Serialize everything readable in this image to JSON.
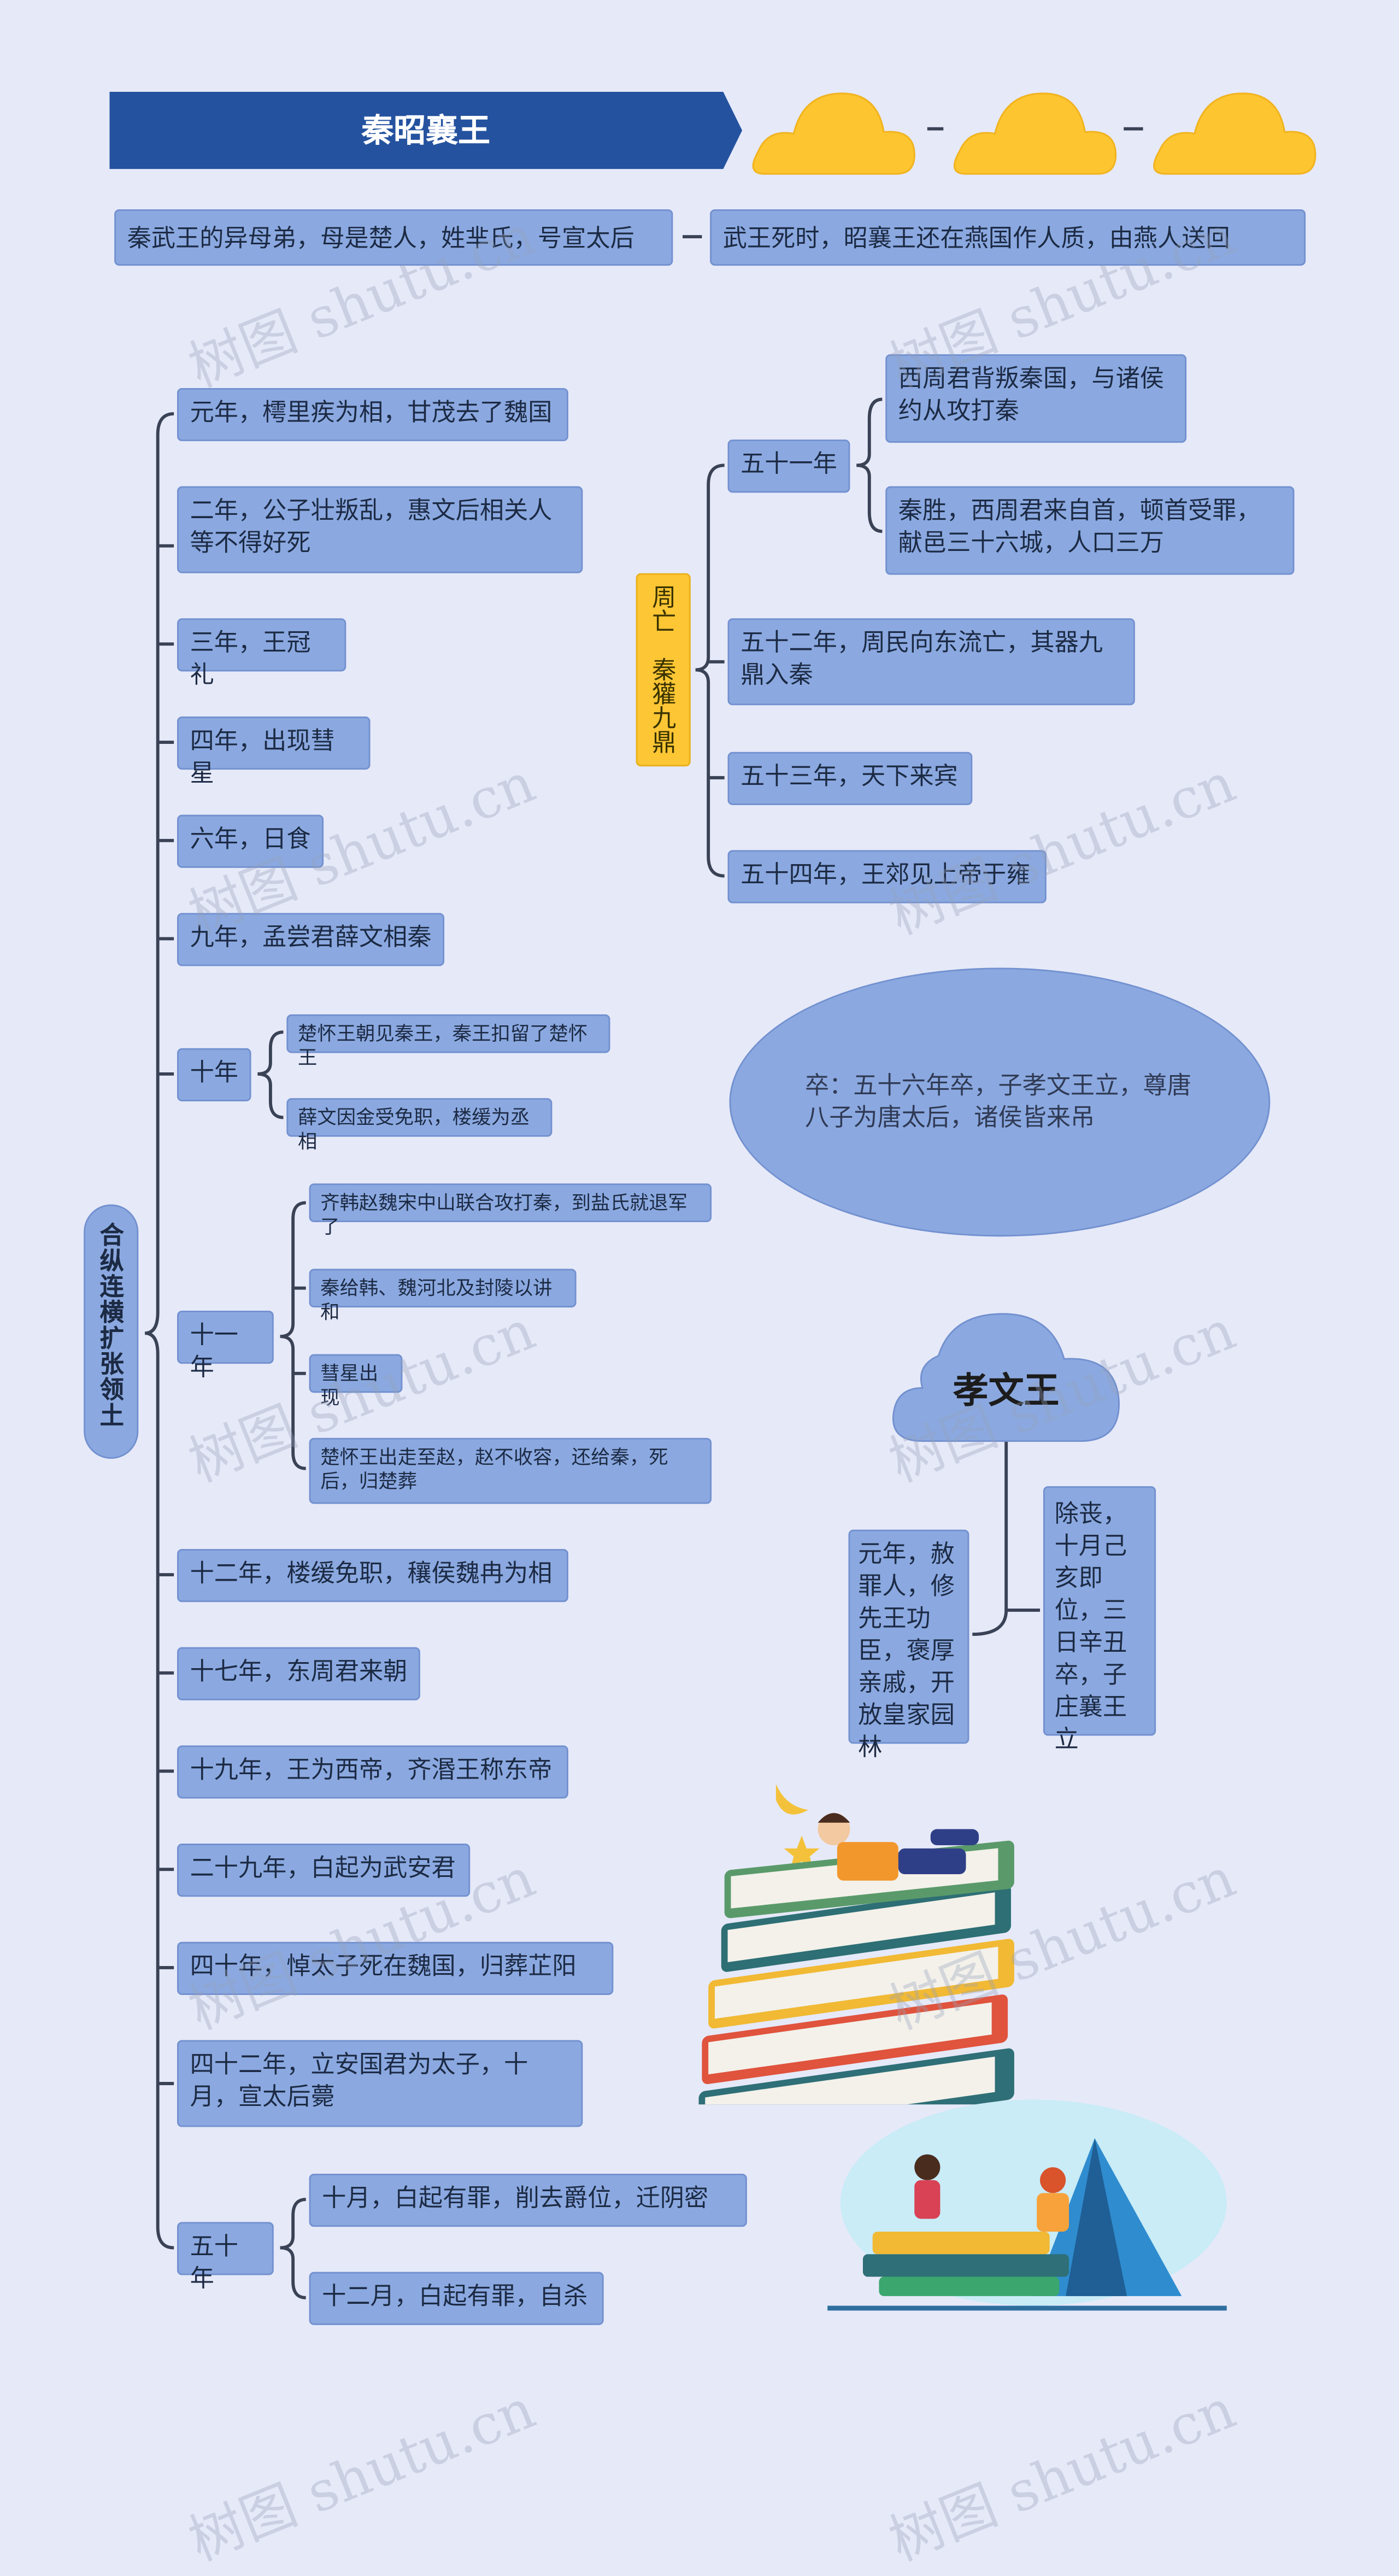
{
  "title": "秦昭襄王",
  "intro": {
    "left": "秦武王的异母弟，母是楚人，姓芈氏，号宣太后",
    "right": "武王死时，昭襄王还在燕国作人质，由燕人送回"
  },
  "left_branch": {
    "root": "合纵连横扩张领土",
    "items": [
      "元年，樗里疾为相，甘茂去了魏国",
      "二年，公子壮叛乱，惠文后相关人等不得好死",
      "三年，王冠礼",
      "四年，出现彗星",
      "六年，日食",
      "九年，孟尝君薛文相秦",
      "十年",
      "十一年",
      "十二年，楼缓免职，穰侯魏冉为相",
      "十七年，东周君来朝",
      "十九年，王为西帝，齐湣王称东帝",
      "二十九年，白起为武安君",
      "四十年，悼太子死在魏国，归葬芷阳",
      "四十二年，立安国君为太子，十月，宣太后薨",
      "五十年"
    ],
    "year10": [
      "楚怀王朝见秦王，秦王扣留了楚怀王",
      "薛文因金受免职，楼缓为丞相"
    ],
    "year11": [
      "齐韩赵魏宋中山联合攻打秦，到盐氏就退军了",
      "秦给韩、魏河北及封陵以讲和",
      "彗星出现",
      "楚怀王出走至赵，赵不收容，还给秦，死后，归楚葬"
    ],
    "year50": [
      "十月，白起有罪，削去爵位，迁阴密",
      "十二月，白起有罪，自杀"
    ]
  },
  "right_branch": {
    "root": "周亡　秦獾九鼎",
    "items": [
      "五十一年",
      "五十二年，周民向东流亡，其器九鼎入秦",
      "五十三年，天下来宾",
      "五十四年，王郊见上帝于雍"
    ],
    "year51": [
      "西周君背叛秦国，与诸侯约从攻打秦",
      "秦胜，西周君来自首，顿首受罪，献邑三十六城，人口三万"
    ]
  },
  "death_note": "卒：五十六年卒，子孝文王立，尊唐八子为唐太后，诸侯皆来吊",
  "xiaowen": {
    "title": "孝文王",
    "left": "元年，赦罪人，修先王功臣，褒厚亲戚，开放皇家园林",
    "right": "除丧，十月己亥即位，三日辛丑卒，子庄襄王立"
  },
  "watermark": "树图 shutu.cn",
  "colors": {
    "title_bar": "#24529f",
    "node": "#8ba9e0",
    "cloud": "#fdc52f",
    "accent": "#fcc634",
    "line": "#3a4256"
  }
}
